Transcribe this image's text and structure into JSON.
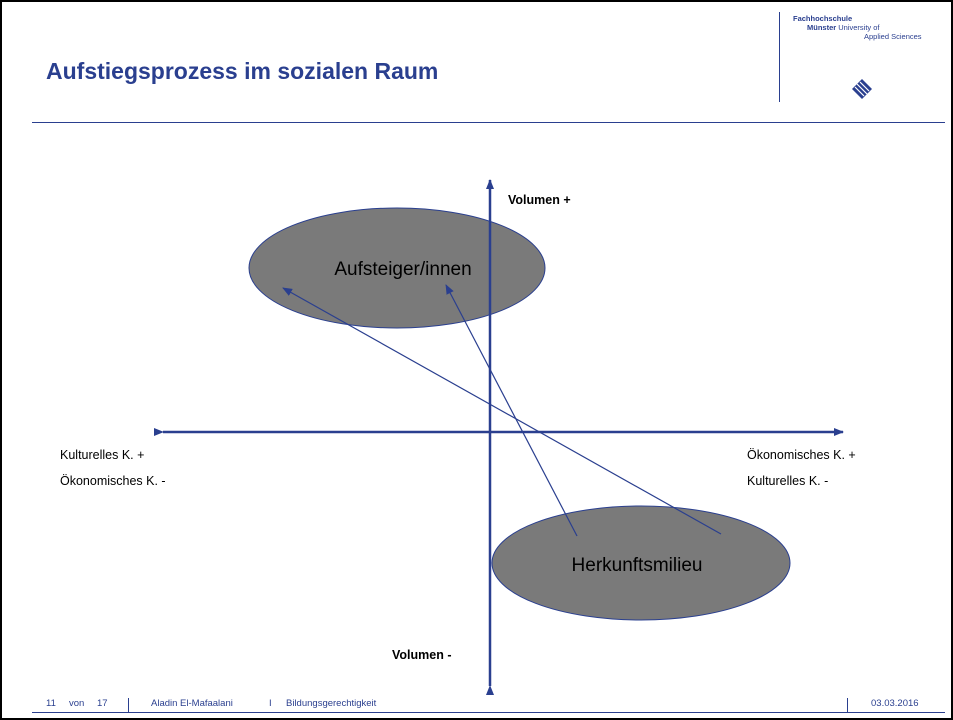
{
  "slide": {
    "title": "Aufstiegsprozess im sozialen Raum"
  },
  "logo": {
    "line1": "Fachhochschule",
    "line2_bold": "Münster",
    "line2_rest": " University of",
    "line3": "Applied Sciences",
    "icon": "fh-diamond-logo-icon"
  },
  "diagram": {
    "y_axis_top": "Volumen +",
    "y_axis_bottom": "Volumen -",
    "x_axis_left_1": "Kulturelles K. +",
    "x_axis_left_2": "Ökonomisches K. -",
    "x_axis_right_1": "Ökonomisches K. +",
    "x_axis_right_2": "Kulturelles K. -",
    "ellipse_top": "Aufsteiger/innen",
    "ellipse_bottom": "Herkunftsmilieu"
  },
  "footer": {
    "page": "11",
    "von": "von",
    "total": "17",
    "author": "Aladin El-Mafaalani",
    "sep": "I",
    "topic": "Bildungsgerechtigkeit",
    "date": "03.03.2016"
  },
  "colors": {
    "accent": "#2a3f8f",
    "ellipse_fill": "#7a7a7a"
  }
}
